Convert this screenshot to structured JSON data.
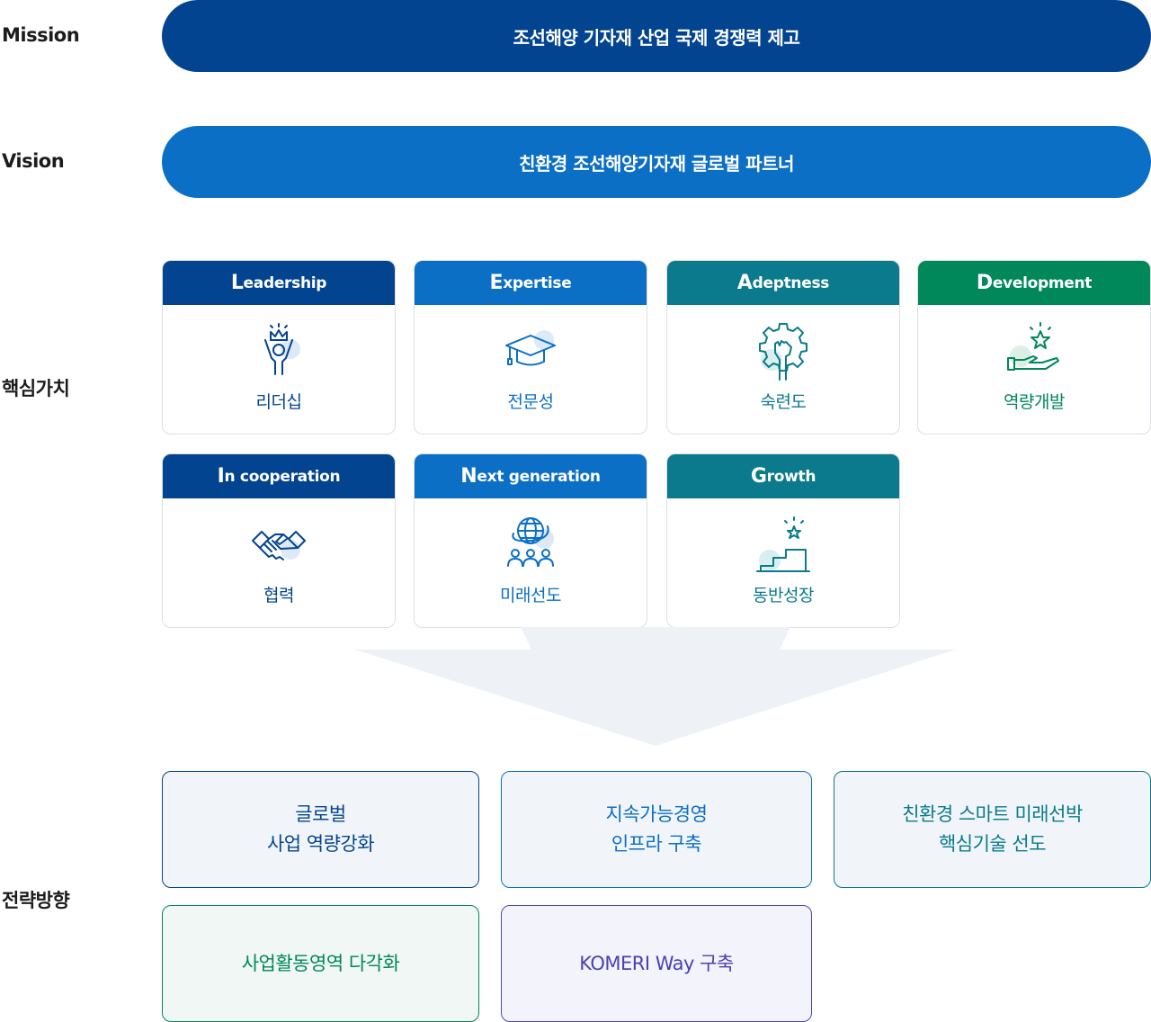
{
  "mission": {
    "label": "Mission",
    "text": "조선해양 기자재 산업 국제 경쟁력 제고"
  },
  "vision": {
    "label": "Vision",
    "text": "친환경 조선해양기자재 글로벌 파트너"
  },
  "core_values": {
    "label": "핵심가치",
    "items": [
      {
        "initial": "L",
        "rest": "eadership",
        "name": "리더십",
        "icon": "leadership-icon",
        "color": "#034491"
      },
      {
        "initial": "E",
        "rest": "xpertise",
        "name": "전문성",
        "icon": "graduation-cap-icon",
        "color": "#0b6fc6"
      },
      {
        "initial": "A",
        "rest": "deptness",
        "name": "숙련도",
        "icon": "gear-hand-icon",
        "color": "#0a7a8c"
      },
      {
        "initial": "D",
        "rest": "evelopment",
        "name": "역량개발",
        "icon": "hand-star-icon",
        "color": "#00875a"
      },
      {
        "initial": "I",
        "rest": "n cooperation",
        "name": "협력",
        "icon": "handshake-icon",
        "color": "#034491"
      },
      {
        "initial": "N",
        "rest": "ext generation",
        "name": "미래선도",
        "icon": "globe-people-icon",
        "color": "#0b6fc6"
      },
      {
        "initial": "G",
        "rest": "rowth",
        "name": "동반성장",
        "icon": "stairs-star-icon",
        "color": "#0a7a8c"
      }
    ]
  },
  "strategy": {
    "label": "전략방향",
    "items": [
      {
        "text": "글로벌\n사업 역량강화",
        "color": "#034491"
      },
      {
        "text": "지속가능경영\n인프라 구축",
        "color": "#0b6fc6"
      },
      {
        "text": "친환경 스마트 미래선박\n핵심기술 선도",
        "color": "#0a7a8c"
      },
      {
        "text": "사업활동영역 다각화",
        "color": "#00875a"
      },
      {
        "text": "KOMERI Way 구축",
        "color": "#4b3fb5"
      }
    ]
  }
}
